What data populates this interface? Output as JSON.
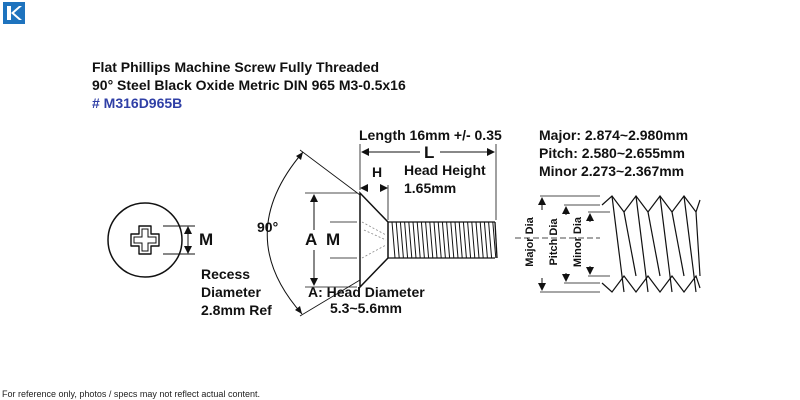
{
  "title": {
    "line1": "Flat Phillips Machine Screw Fully Threaded",
    "line2": "90° Steel Black Oxide Metric DIN 965 M3-0.5x16",
    "part_number": "# M316D965B"
  },
  "labels": {
    "length": "Length 16mm +/- 0.35",
    "length_letter": "L",
    "head_height_letter": "H",
    "head_height_title": "Head Height",
    "head_height_value": "1.65mm",
    "angle": "90°",
    "m_letter": "M",
    "a_letter": "A",
    "recess_line1": "Recess",
    "recess_line2": "Diameter",
    "recess_line3": "2.8mm Ref",
    "head_diameter_title": "A: Head Diameter",
    "head_diameter_value": "5.3~5.6mm"
  },
  "thread_specs": {
    "major": "Major: 2.874~2.980mm",
    "pitch": "Pitch: 2.580~2.655mm",
    "minor": "Minor 2.273~2.367mm",
    "major_dia_label": "Major Dia",
    "pitch_dia_label": "Pitch Dia",
    "minor_dia_label": "Minor Dia"
  },
  "footer": "For reference only, photos / specs may not reflect actual content.",
  "colors": {
    "logo": "#1e73be",
    "part_number": "#2f3fa6"
  }
}
